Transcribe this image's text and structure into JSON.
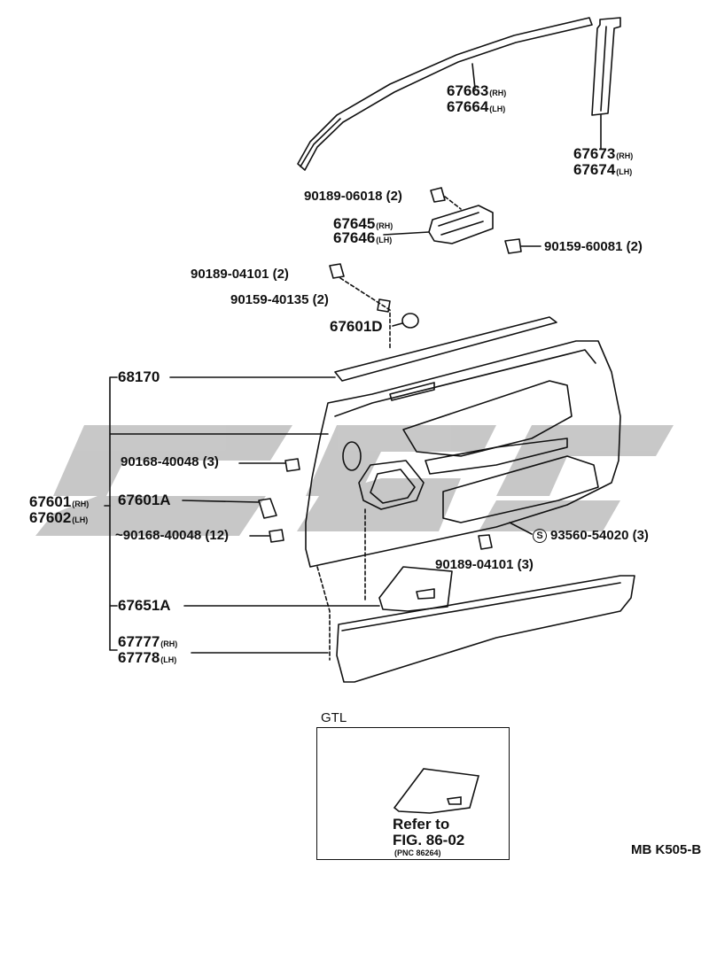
{
  "parts": {
    "p67663": "67663",
    "p67663_sfx": "(RH)",
    "p67664": "67664",
    "p67664_sfx": "(LH)",
    "p67673": "67673",
    "p67673_sfx": "(RH)",
    "p67674": "67674",
    "p67674_sfx": "(LH)",
    "p90189_06018": "90189-06018 (2)",
    "p67645": "67645",
    "p67645_sfx": "(RH)",
    "p67646": "67646",
    "p67646_sfx": "(LH)",
    "p90159_60081": "90159-60081 (2)",
    "p90189_04101_a": "90189-04101 (2)",
    "p90159_40135": "90159-40135 (2)",
    "p67601D": "67601D",
    "p68170": "68170",
    "p90168_40048_a": "90168-40048 (3)",
    "p67601": "67601",
    "p67601_sfx": "(RH)",
    "p67602": "67602",
    "p67602_sfx": "(LH)",
    "p67601A": "67601A",
    "p90168_40048_b": "90168-40048 (12)",
    "p93560_54020": "93560-54020 (3)",
    "p93560_symbol": "S",
    "p90189_04101_b": "90189-04101 (3)",
    "p67651A": "67651A",
    "p67777": "67777",
    "p67777_sfx": "(RH)",
    "p67778": "67778",
    "p67778_sfx": "(LH)"
  },
  "inset": {
    "title": "GTL",
    "refer_line1": "Refer to",
    "refer_line2": "FIG. 86-02",
    "refer_line3": "(PNC 86264)"
  },
  "footer": {
    "code": "MB K505-B"
  },
  "colors": {
    "ink": "#111111",
    "watermark": "#b5b5b5"
  }
}
